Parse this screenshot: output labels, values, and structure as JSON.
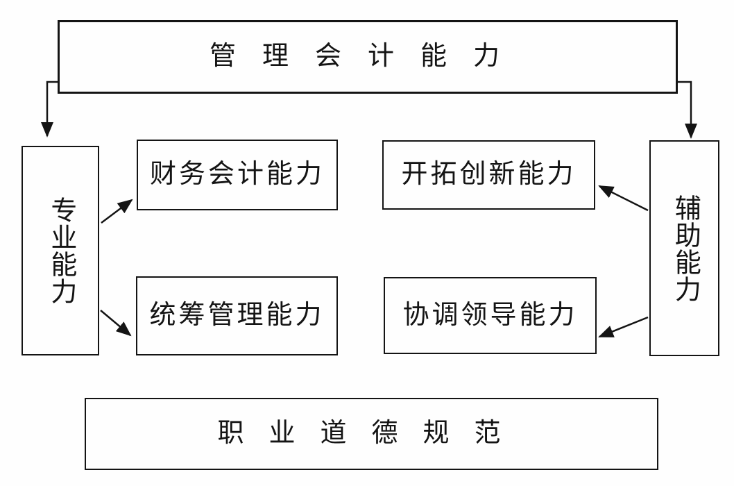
{
  "diagram": {
    "top_box": {
      "label": "管理会计能力"
    },
    "left_box": {
      "label": "专业能力"
    },
    "right_box": {
      "label": "辅助能力"
    },
    "middle_boxes": [
      {
        "label": "财务会计能力"
      },
      {
        "label": "开拓创新能力"
      },
      {
        "label": "统筹管理能力"
      },
      {
        "label": "协调领导能力"
      }
    ],
    "bottom_box": {
      "label": "职业道德规范"
    },
    "colors": {
      "line": "#141414",
      "text": "#141414",
      "background": "#fefefe"
    }
  }
}
